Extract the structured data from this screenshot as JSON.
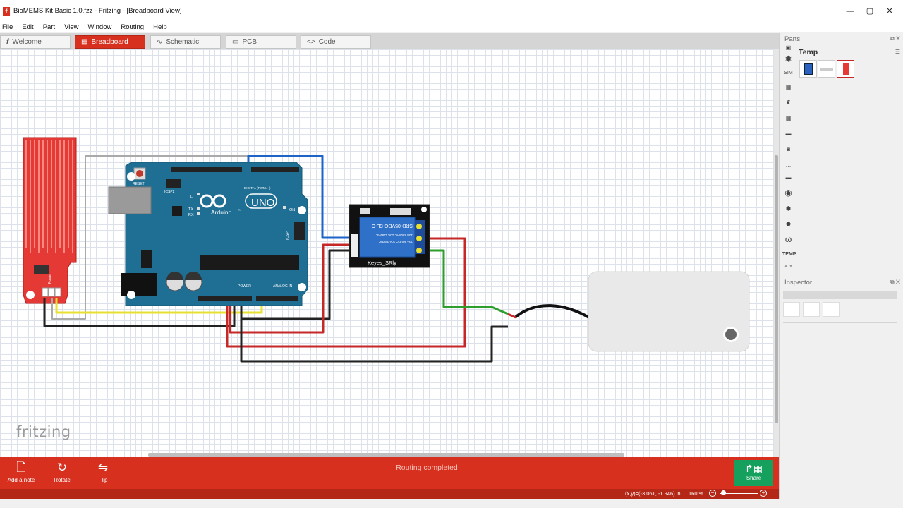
{
  "window": {
    "title": "BioMEMS Kit Basic 1.0.fzz - Fritzing - [Breadboard View]",
    "app_icon_glyph": "f",
    "min_glyph": "—",
    "max_glyph": "▢",
    "close_glyph": "✕"
  },
  "menu": [
    "File",
    "Edit",
    "Part",
    "View",
    "Window",
    "Routing",
    "Help"
  ],
  "tabs": [
    {
      "label": "Welcome",
      "icon": "fritzing-f-icon",
      "glyph": "f",
      "active": false
    },
    {
      "label": "Breadboard",
      "icon": "breadboard-icon",
      "glyph": "▤",
      "active": true
    },
    {
      "label": "Schematic",
      "icon": "schematic-icon",
      "glyph": "∿",
      "active": false
    },
    {
      "label": "PCB",
      "icon": "pcb-icon",
      "glyph": "▭",
      "active": false
    },
    {
      "label": "Code",
      "icon": "code-icon",
      "glyph": "<>",
      "active": false
    }
  ],
  "canvas": {
    "watermark": "fritzing",
    "sensor": {
      "label": "Power"
    },
    "arduino": {
      "reset_label": "RESET",
      "icsp2_label": "ICSP2",
      "digital_label": "DIGITAL (PWM=~)",
      "brand": "Arduino",
      "tm": "™",
      "uno": "UNO",
      "on_label": "ON",
      "l_label": "L",
      "tx_label": "TX",
      "rx_label": "RX",
      "icsp_label": "ICSP",
      "power_label": "POWER",
      "analog_label": "ANALOG IN"
    },
    "relay": {
      "name": "Keyes_SRly",
      "model": "SRD-05VDC-SL-C",
      "spec1": "10A 250VAC  10A 125VAC",
      "spec2": "10A 30VDC  10A 28VDC"
    }
  },
  "toolbar": {
    "add_note": "Add a note",
    "rotate": "Rotate",
    "flip": "Flip",
    "status": "Routing completed",
    "share": "Share",
    "note_glyph": "🗋",
    "rotate_glyph": "↻",
    "flip_glyph": "⇋",
    "share_glyph": "↱▦"
  },
  "statusbar": {
    "coords": "(x,y)=(-3.061, -1.946) in",
    "zoom": "160 %",
    "zoom_minus": "−",
    "zoom_plus": "+"
  },
  "parts": {
    "title": "Parts",
    "bin_title": "Temp",
    "sim_label": "SIM",
    "temp_label": "TEMP",
    "controls": "⧉ ✕",
    "bin_menu": "☰"
  },
  "inspector": {
    "title": "Inspector",
    "controls": "⧉ ✕"
  },
  "colors": {
    "accent": "#d7301f",
    "share": "#16a05d",
    "arduino_blue": "#1f6e93",
    "relay_blue": "#2f70c8",
    "sensor_red": "#e53935"
  }
}
